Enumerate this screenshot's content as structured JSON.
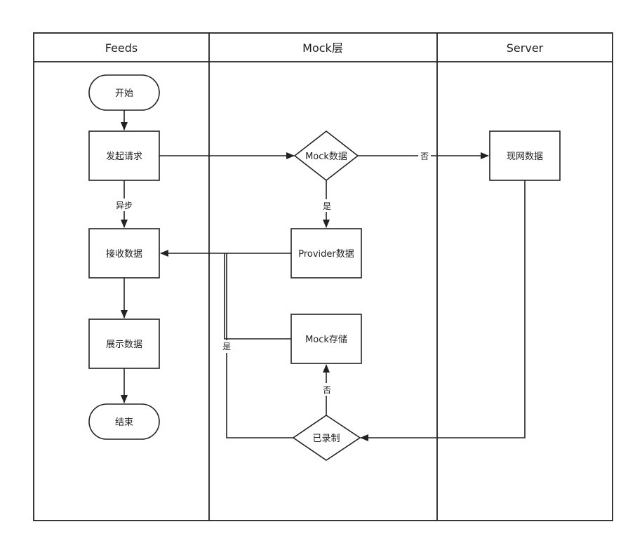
{
  "lanes": {
    "feeds": "Feeds",
    "mock": "Mock层",
    "server": "Server"
  },
  "nodes": {
    "start": "开始",
    "request": "发起请求",
    "receive": "接收数据",
    "show": "展示数据",
    "end": "结束",
    "mock_data": "Mock数据",
    "provider": "Provider数据",
    "mock_store": "Mock存储",
    "recorded": "已录制",
    "live": "现网数据"
  },
  "edges": {
    "async": "异步",
    "yes_mock": "是",
    "no_mock": "否",
    "no_recorded": "否",
    "yes_recorded": "是"
  }
}
